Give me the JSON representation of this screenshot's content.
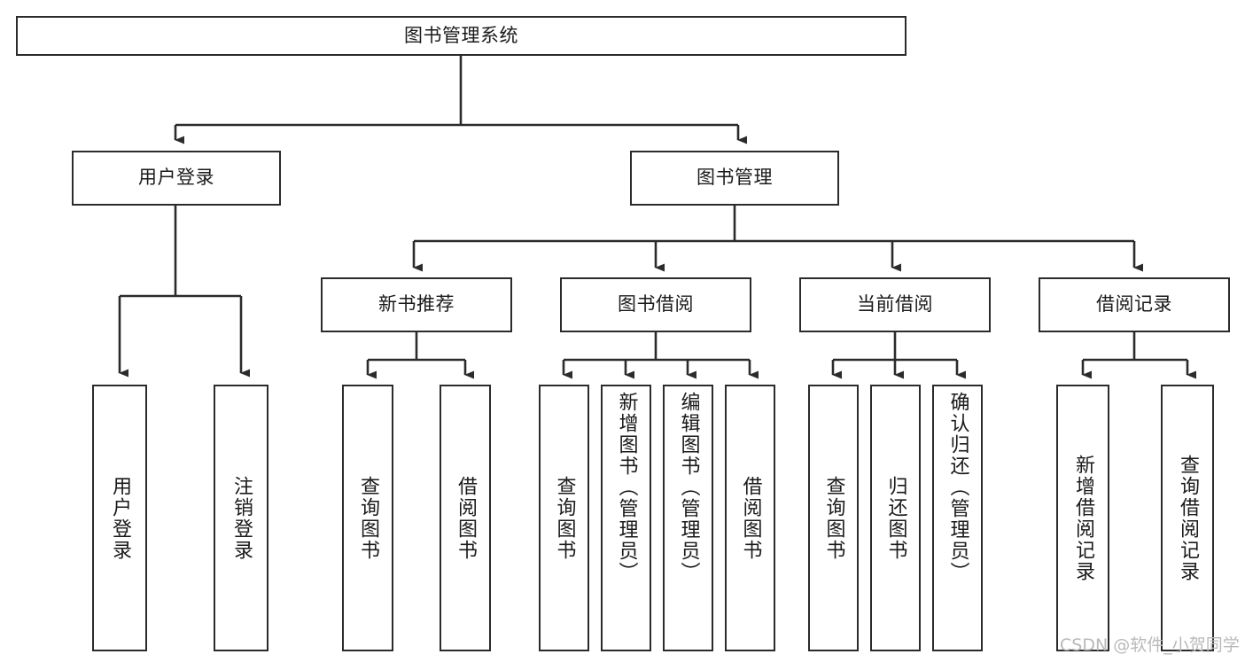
{
  "diagram": {
    "title": "图书管理系统",
    "type": "tree-hierarchy-diagram",
    "colors": {
      "box_border": "#2b2b2b",
      "box_fill": "#ffffff",
      "connector": "#2b2b2b",
      "text": "#1a1a1a",
      "watermark": "#b9b9b9"
    },
    "root": {
      "label": "图书管理系统"
    },
    "level2": [
      {
        "id": "user-login",
        "label": "用户登录"
      },
      {
        "id": "book-manage",
        "label": "图书管理"
      }
    ],
    "level3": [
      {
        "id": "new-book-recommend",
        "label": "新书推荐"
      },
      {
        "id": "book-borrow",
        "label": "图书借阅"
      },
      {
        "id": "current-borrow",
        "label": "当前借阅"
      },
      {
        "id": "borrow-record",
        "label": "借阅记录"
      }
    ],
    "leaves": {
      "user_login": [
        {
          "id": "leaf-user-login",
          "label": "用户登录"
        },
        {
          "id": "leaf-logout-login",
          "label": "注销登录"
        }
      ],
      "new_book_recommend": [
        {
          "id": "leaf-query-book-1",
          "label": "查询图书"
        },
        {
          "id": "leaf-borrow-book-1",
          "label": "借阅图书"
        }
      ],
      "book_borrow": [
        {
          "id": "leaf-query-book-2",
          "label": "查询图书"
        },
        {
          "id": "leaf-add-book",
          "label": "新增图书（管理员）"
        },
        {
          "id": "leaf-edit-book",
          "label": "编辑图书（管理员）"
        },
        {
          "id": "leaf-borrow-book-2",
          "label": "借阅图书"
        }
      ],
      "current_borrow": [
        {
          "id": "leaf-query-book-3",
          "label": "查询图书"
        },
        {
          "id": "leaf-return-book",
          "label": "归还图书"
        },
        {
          "id": "leaf-confirm-return",
          "label": "确认归还（管理员）"
        }
      ],
      "borrow_record": [
        {
          "id": "leaf-add-record",
          "label": "新增借阅记录"
        },
        {
          "id": "leaf-query-record",
          "label": "查询借阅记录"
        }
      ]
    }
  },
  "watermark": {
    "text": "CSDN @软件_小贺同学"
  }
}
